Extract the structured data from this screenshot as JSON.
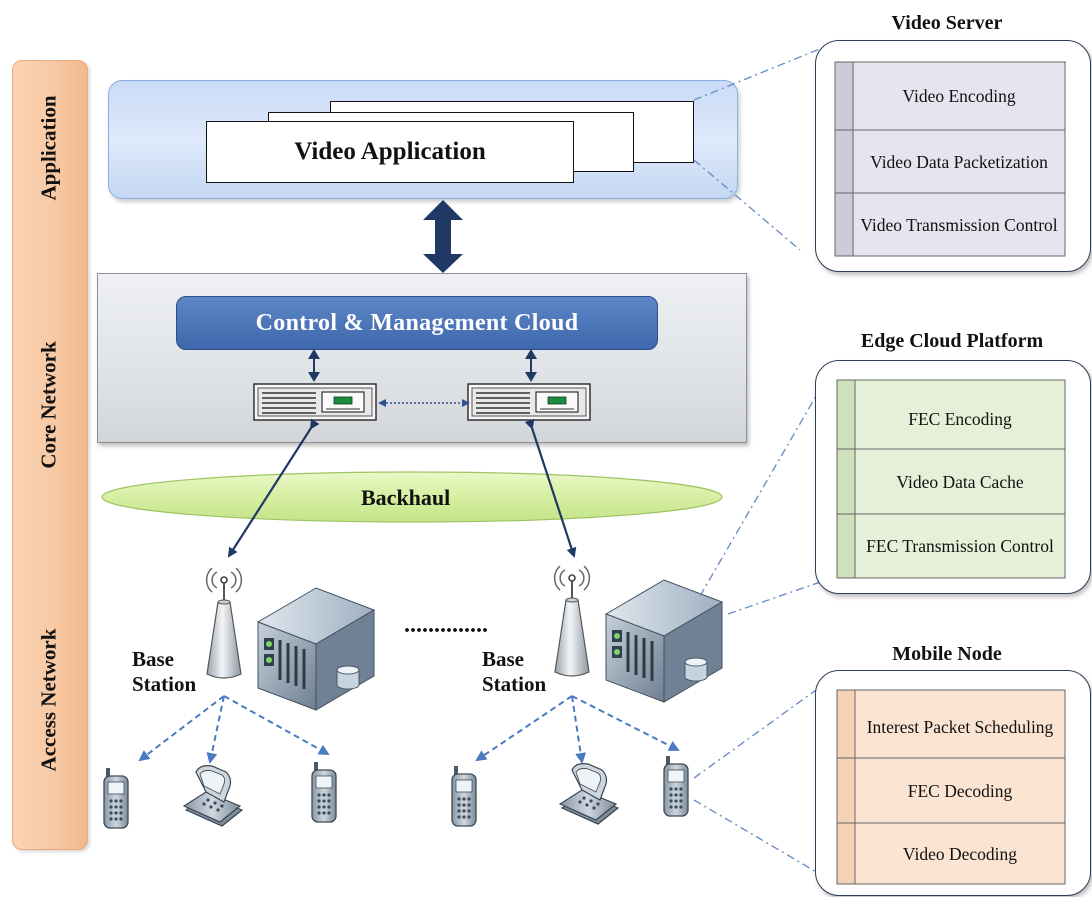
{
  "layers": {
    "application": "Application",
    "core_network": "Core Network",
    "access_network": "Access Network"
  },
  "application_panel": {
    "title": "Video Application"
  },
  "core_panel": {
    "cloud_label": "Control & Management Cloud"
  },
  "backhaul_label": "Backhaul",
  "base_stations": [
    {
      "label_line1": "Base",
      "label_line2": "Station"
    },
    {
      "label_line1": "Base",
      "label_line2": "Station"
    }
  ],
  "ellipsis": "..............",
  "video_server": {
    "title": "Video Server",
    "layers": [
      "Video Encoding",
      "Video Data Packetization",
      "Video Transmission Control"
    ]
  },
  "edge_cloud_platform": {
    "title": "Edge Cloud Platform",
    "layers": [
      "FEC Encoding",
      "Video Data Cache",
      "FEC Transmission Control"
    ]
  },
  "mobile_node": {
    "title": "Mobile Node",
    "layers": [
      "Interest Packet Scheduling",
      "FEC Decoding",
      "Video Decoding"
    ]
  },
  "colors": {
    "layer_bar": "#f7c9a4",
    "application_panel": "#d3e2f8",
    "cloud_bar": "#4a73b6",
    "backhaul": "#d8f0a8",
    "video_server_fill": "#e6e3ef",
    "edge_cloud_fill": "#e4efd6",
    "mobile_node_fill": "#fbe3cf",
    "link_arrow": "#1f3864",
    "wireless_arrow": "#4a7ac0"
  }
}
